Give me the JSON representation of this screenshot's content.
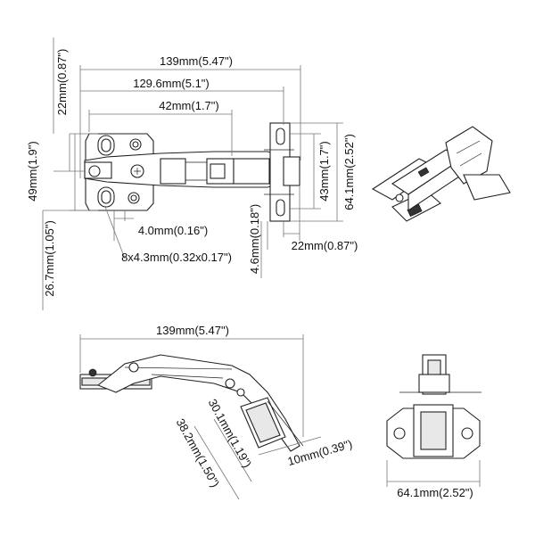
{
  "dimensions": {
    "top_width": "139mm(5.47\")",
    "arm_length": "129.6mm(5.1\")",
    "plate_width": "42mm(1.7\")",
    "cup_offset": "22mm(0.87\")",
    "plate_height": "49mm(1.9\")",
    "screw_inset": "4.0mm(0.16\")",
    "slot_size": "8x4.3mm(0.32x0.17\")",
    "bottom_offset": "26.7mm(1.05\")",
    "boring_depth": "4.6mm(0.18\")",
    "cup_distance": "22mm(0.87\")",
    "hole_spacing": "43mm(1.7\")",
    "flange_height": "64.1mm(2.52\")",
    "side_width": "139mm(5.47\")",
    "cup_depth": "30.1mm(1.19\")",
    "overall_depth": "38.2mm(1.50\")",
    "overlay": "10mm(0.39\")",
    "front_width": "64.1mm(2.52\")"
  }
}
